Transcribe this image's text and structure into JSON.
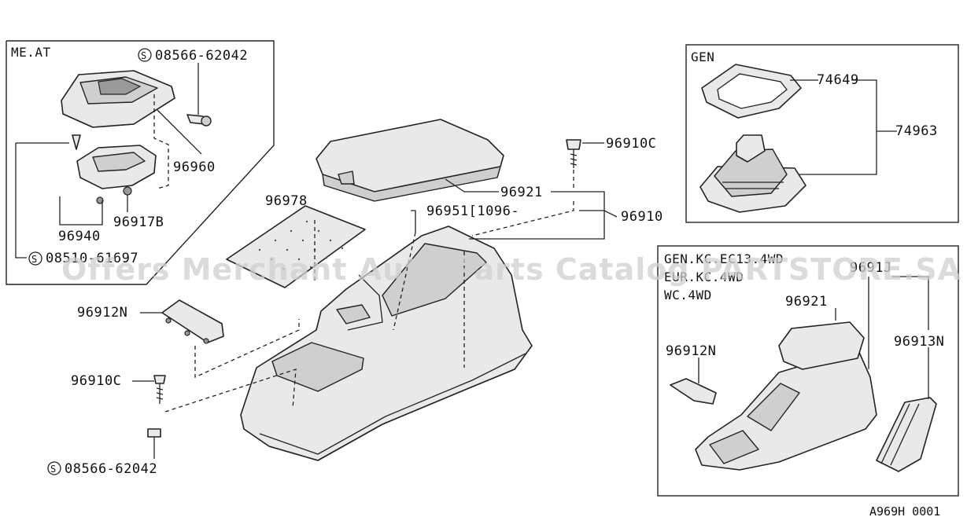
{
  "inset_meat": {
    "title": "ME.AT",
    "labels": {
      "screw_top": "08566-62042",
      "p96960": "96960",
      "p96940": "96940",
      "p96917b": "96917B",
      "screw_bottom": "08510-61697"
    }
  },
  "inset_gen": {
    "title": "GEN",
    "labels": {
      "p74649": "74649",
      "p74963": "74963"
    }
  },
  "inset_variant": {
    "titles": [
      "GEN.KC.EC13.4WD",
      "EUR.KC.4WD",
      "WC.4WD"
    ],
    "labels": {
      "p9691j": "9691J",
      "p96921": "96921",
      "p96912n": "96912N",
      "p96913n": "96913N"
    }
  },
  "main": {
    "labels": {
      "p96910c_top": "96910C",
      "p96921": "96921",
      "p96951": "96951[1096-",
      "p96910": "96910",
      "p96978": "96978",
      "p96912n": "96912N",
      "p96910c_left": "96910C",
      "screw_bottom": "08566-62042"
    }
  },
  "screw_symbol": "S",
  "watermark": "Offers Merchant Auto Parts Catalog PARTSTORE.SA",
  "drawing_code": "A969H 0001"
}
